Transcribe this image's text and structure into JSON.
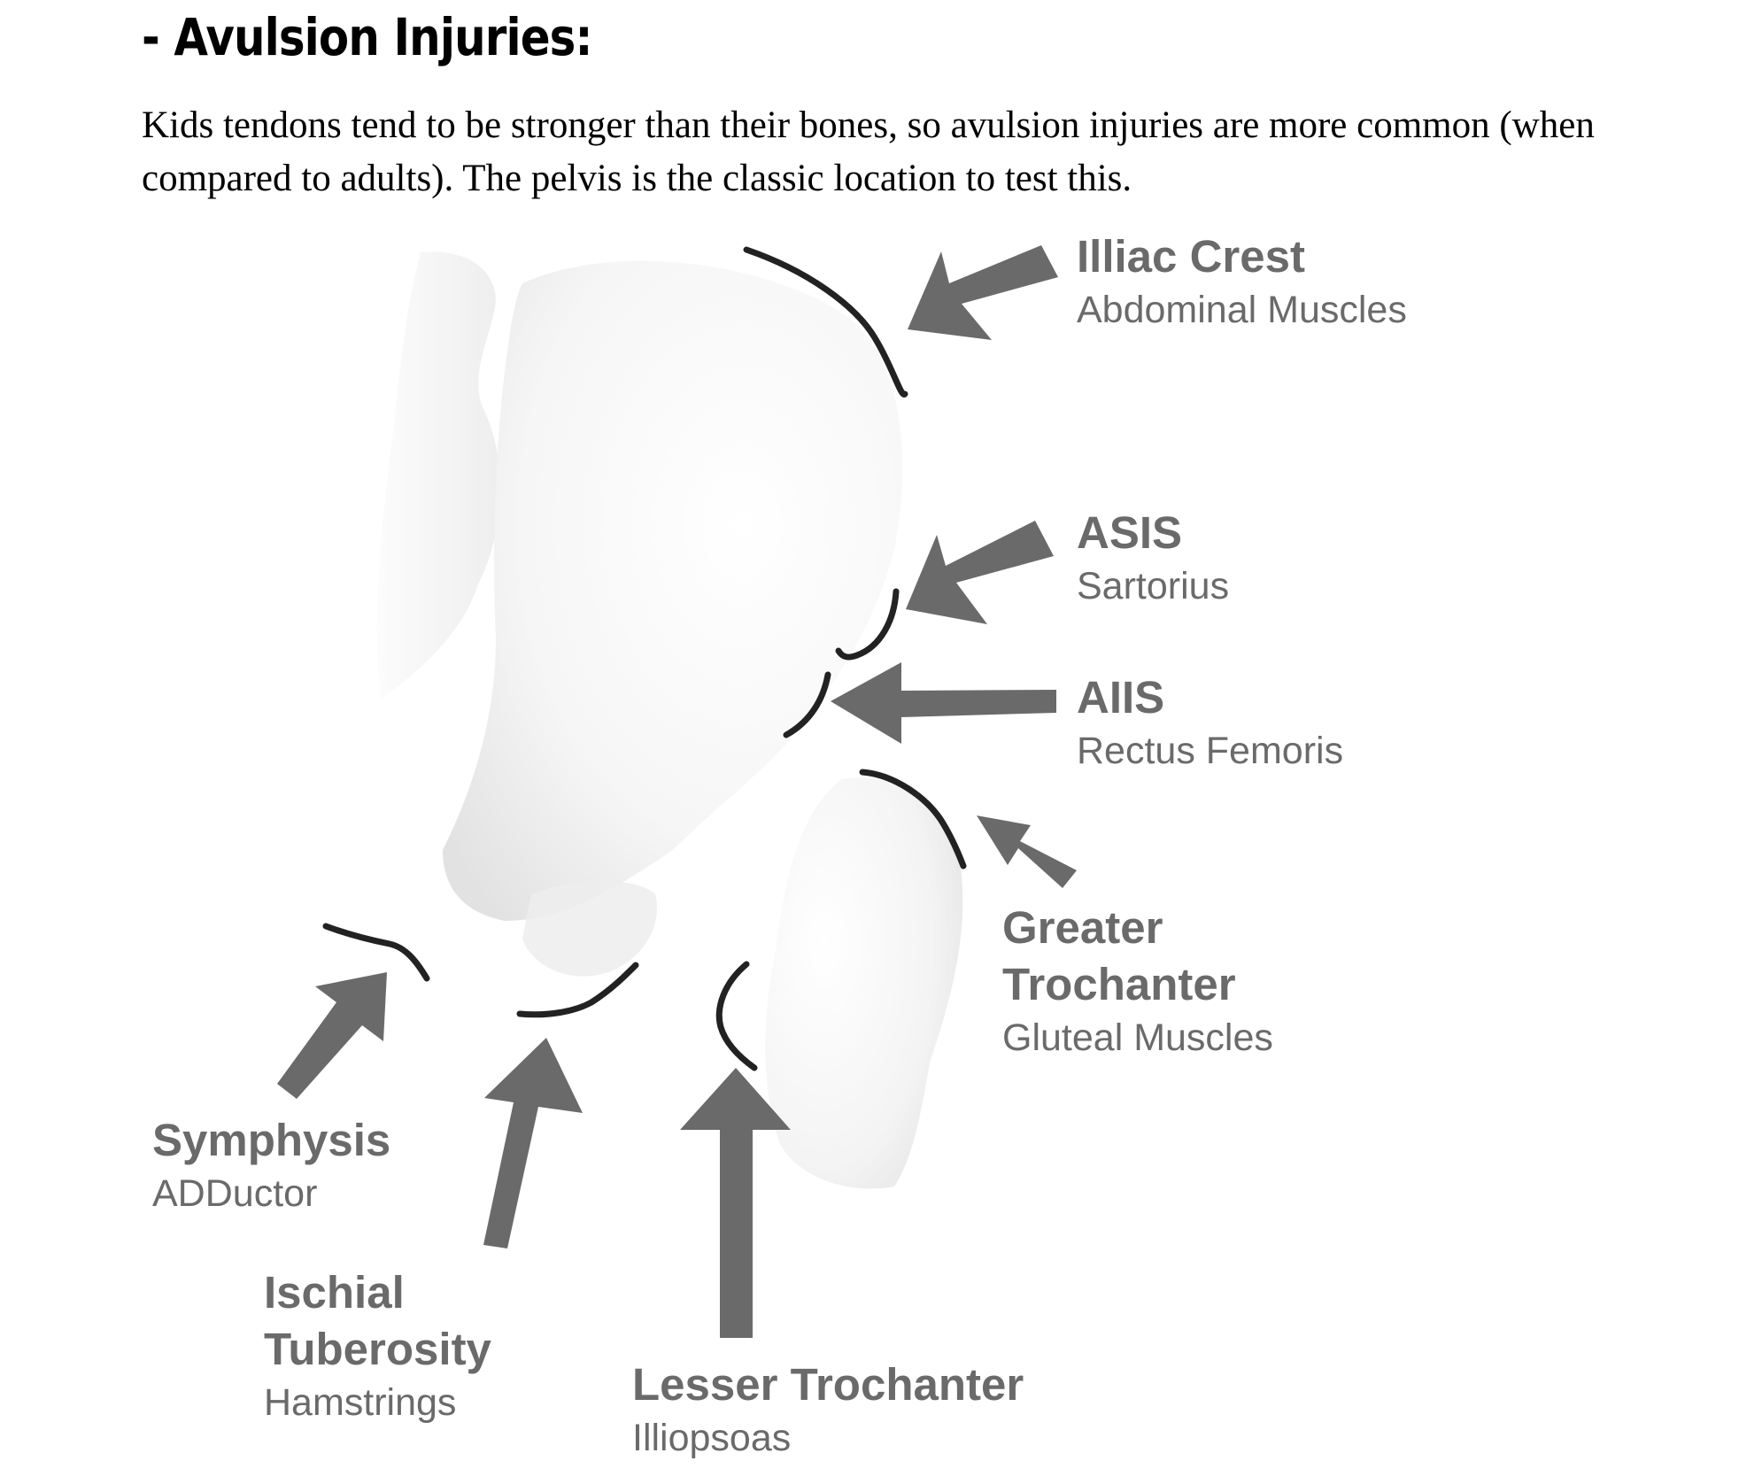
{
  "heading": "- Avulsion Injuries:",
  "intro": "Kids tendons tend to be stronger than their bones, so avulsion injuries are more common (when compared to adults). The pelvis is the classic location to test this.",
  "colors": {
    "arrow": "#6a6a6a",
    "label": "#6a6a6a",
    "bone_light": "#f9f9f9",
    "bone_shade": "#dcdcdc"
  },
  "sites": [
    {
      "id": "iliac-crest",
      "site": "Illiac Crest",
      "muscle": "Abdominal Muscles"
    },
    {
      "id": "asis",
      "site": "ASIS",
      "muscle": "Sartorius"
    },
    {
      "id": "aiis",
      "site": "AIIS",
      "muscle": "Rectus Femoris"
    },
    {
      "id": "greater-trochanter",
      "site": "Greater\nTrochanter",
      "site_line1": "Greater",
      "site_line2": "Trochanter",
      "muscle": "Gluteal Muscles"
    },
    {
      "id": "symphysis",
      "site": "Symphysis",
      "muscle": "ADDuctor"
    },
    {
      "id": "ischial-tuberosity",
      "site_line1": "Ischial",
      "site_line2": "Tuberosity",
      "muscle": "Hamstrings"
    },
    {
      "id": "lesser-trochanter",
      "site": "Lesser Trochanter",
      "muscle": "Illiopsoas"
    }
  ]
}
